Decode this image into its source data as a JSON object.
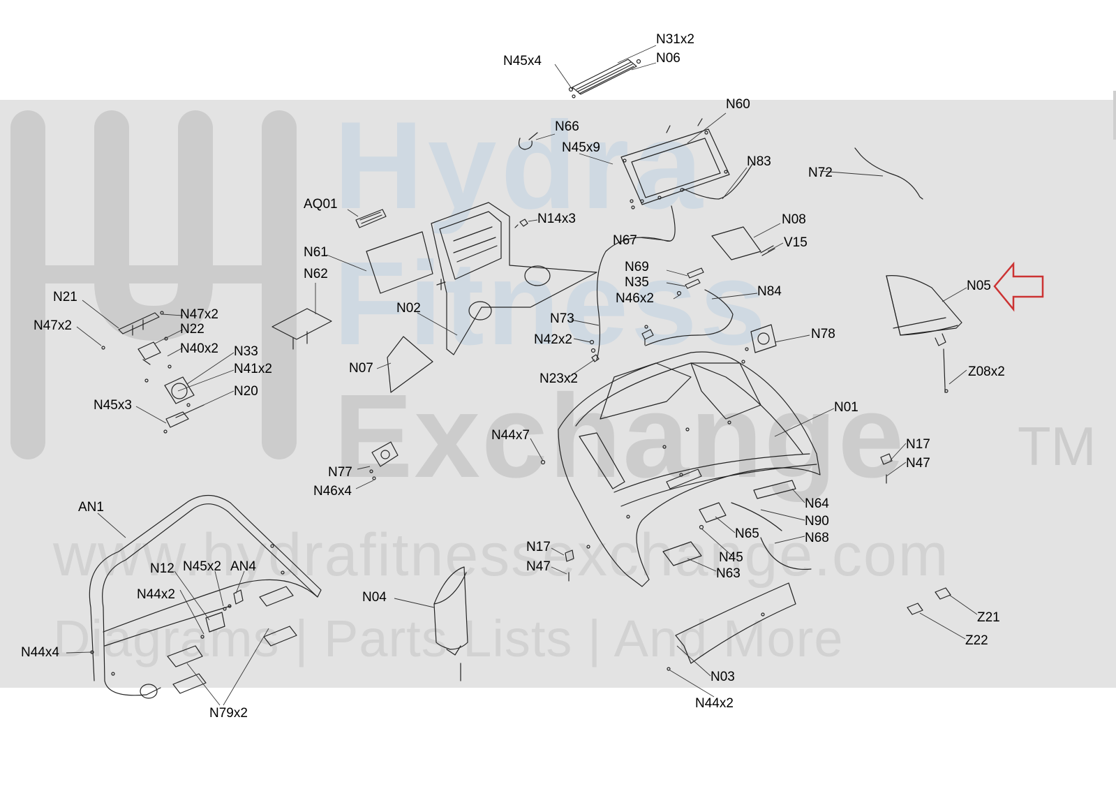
{
  "watermark": {
    "brand_line1": "Hydra",
    "brand_line2": "Fitness",
    "brand_line3": "Exchange",
    "trademark": "TM",
    "url": "www.hydrafitnessexchange.com",
    "tagline": "Diagrams | Parts Lists | And More"
  },
  "colors": {
    "line": "#222222",
    "watermark_band": "#e3e3e3",
    "watermark_blue": "#cfd9e2",
    "watermark_gray": "#cccccc",
    "arrow": "#cc3333"
  },
  "highlighted_part": "N05",
  "parts": [
    {
      "id": "N31x2",
      "label": "N31x2"
    },
    {
      "id": "N06",
      "label": "N06"
    },
    {
      "id": "N45x4",
      "label": "N45x4"
    },
    {
      "id": "N60",
      "label": "N60"
    },
    {
      "id": "N66",
      "label": "N66"
    },
    {
      "id": "N45x9",
      "label": "N45x9"
    },
    {
      "id": "N83",
      "label": "N83"
    },
    {
      "id": "N72",
      "label": "N72"
    },
    {
      "id": "AQ01",
      "label": "AQ01"
    },
    {
      "id": "N14x3",
      "label": "N14x3"
    },
    {
      "id": "N08",
      "label": "N08"
    },
    {
      "id": "V15",
      "label": "V15"
    },
    {
      "id": "N67",
      "label": "N67"
    },
    {
      "id": "N61",
      "label": "N61"
    },
    {
      "id": "N05",
      "label": "N05"
    },
    {
      "id": "N69",
      "label": "N69"
    },
    {
      "id": "N35",
      "label": "N35"
    },
    {
      "id": "N46x2",
      "label": "N46x2"
    },
    {
      "id": "N62",
      "label": "N62"
    },
    {
      "id": "N84",
      "label": "N84"
    },
    {
      "id": "N21",
      "label": "N21"
    },
    {
      "id": "N47x2a",
      "label": "N47x2"
    },
    {
      "id": "N47x2b",
      "label": "N47x2"
    },
    {
      "id": "N22",
      "label": "N22"
    },
    {
      "id": "N02",
      "label": "N02"
    },
    {
      "id": "N73",
      "label": "N73"
    },
    {
      "id": "N78",
      "label": "N78"
    },
    {
      "id": "N42x2",
      "label": "N42x2"
    },
    {
      "id": "N40x2",
      "label": "N40x2"
    },
    {
      "id": "N33",
      "label": "N33"
    },
    {
      "id": "N41x2",
      "label": "N41x2"
    },
    {
      "id": "N07",
      "label": "N07"
    },
    {
      "id": "Z08x2",
      "label": "Z08x2"
    },
    {
      "id": "N23x2",
      "label": "N23x2"
    },
    {
      "id": "N20",
      "label": "N20"
    },
    {
      "id": "N45x3",
      "label": "N45x3"
    },
    {
      "id": "N01",
      "label": "N01"
    },
    {
      "id": "N44x7",
      "label": "N44x7"
    },
    {
      "id": "N17a",
      "label": "N17"
    },
    {
      "id": "N47a",
      "label": "N47"
    },
    {
      "id": "N77",
      "label": "N77"
    },
    {
      "id": "N46x4",
      "label": "N46x4"
    },
    {
      "id": "N64",
      "label": "N64"
    },
    {
      "id": "AN1",
      "label": "AN1"
    },
    {
      "id": "N90",
      "label": "N90"
    },
    {
      "id": "N65",
      "label": "N65"
    },
    {
      "id": "N68",
      "label": "N68"
    },
    {
      "id": "N17b",
      "label": "N17"
    },
    {
      "id": "N45",
      "label": "N45"
    },
    {
      "id": "N12",
      "label": "N12"
    },
    {
      "id": "N45x2",
      "label": "N45x2"
    },
    {
      "id": "AN4",
      "label": "AN4"
    },
    {
      "id": "N47b",
      "label": "N47"
    },
    {
      "id": "N63",
      "label": "N63"
    },
    {
      "id": "N44x2a",
      "label": "N44x2"
    },
    {
      "id": "N04",
      "label": "N04"
    },
    {
      "id": "Z21",
      "label": "Z21"
    },
    {
      "id": "Z22",
      "label": "Z22"
    },
    {
      "id": "N44x4",
      "label": "N44x4"
    },
    {
      "id": "N03",
      "label": "N03"
    },
    {
      "id": "N79x2",
      "label": "N79x2"
    },
    {
      "id": "N44x2b",
      "label": "N44x2"
    }
  ]
}
